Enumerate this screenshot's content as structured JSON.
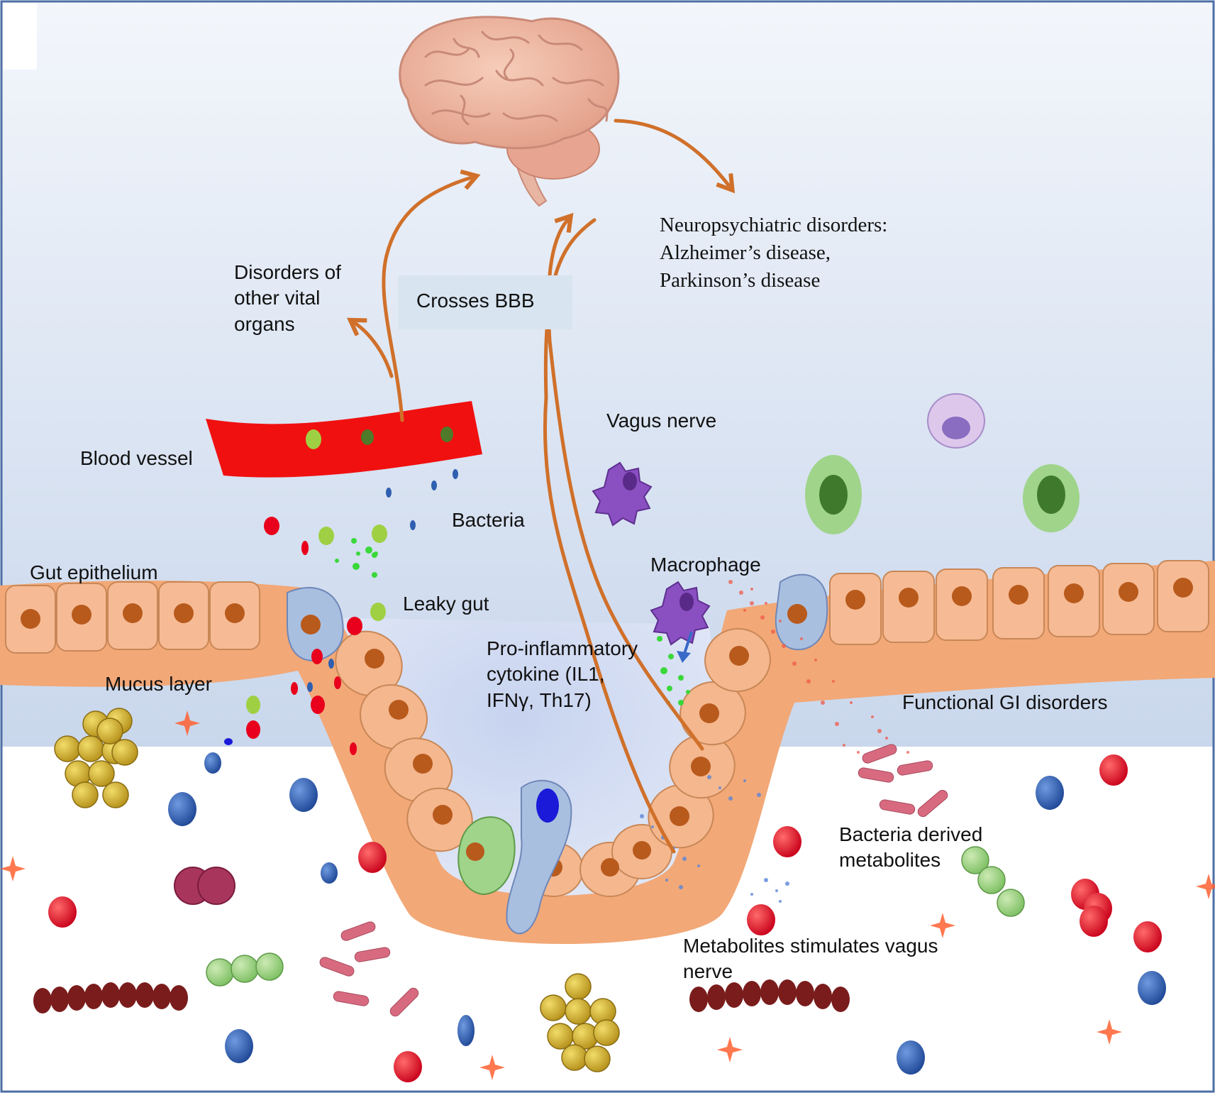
{
  "labels": {
    "neuro": "Neuropsychiatric disorders:\nAlzheimer’s disease,\nParkinson’s disease",
    "other_organs": "Disorders of\nother vital\norgans",
    "bbb": "Crosses BBB",
    "vagus": "Vagus nerve",
    "blood_vessel": "Blood vessel",
    "bacteria": "Bacteria",
    "macrophage": "Macrophage",
    "gut_epithelium": "Gut epithelium",
    "leaky_gut": "Leaky gut",
    "cytokine": "Pro-inflammatory\ncytokine (IL1,\nIFNγ, Th17)",
    "mucus": "Mucus layer",
    "functional_gi": "Functional GI disorders",
    "bacteria_metabolites": "Bacteria derived\nmetabolites",
    "metabolites_vagus": "Metabolites stimulates vagus\nnerve"
  },
  "colors": {
    "arrow": "#d0702a",
    "blood": "#f01010",
    "epithelium": "#f2a877",
    "nucleus": "#b85a1c",
    "cell_green": "#9fd48a",
    "macrophage": "#8a4fc0",
    "bacteria_red": "#e8001c",
    "bacteria_blue": "#2f5fb0",
    "bacteria_yellow": "#d8b22a"
  }
}
